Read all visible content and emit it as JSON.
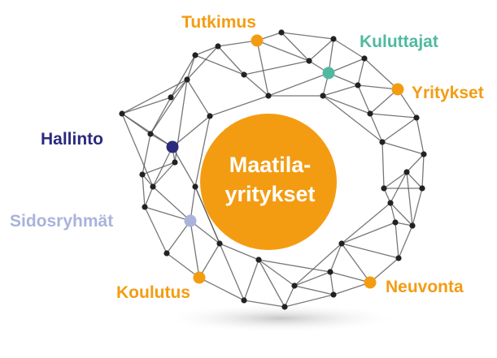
{
  "center": {
    "line1": "Maatila-",
    "line2": "yritykset"
  },
  "nodes": [
    {
      "id": "tutkimus",
      "label": "Tutkimus",
      "color": "#f39c12"
    },
    {
      "id": "kuluttajat",
      "label": "Kuluttajat",
      "color": "#4fb99f"
    },
    {
      "id": "yritykset",
      "label": "Yritykset",
      "color": "#f39c12"
    },
    {
      "id": "hallinto",
      "label": "Hallinto",
      "color": "#2b2a7d"
    },
    {
      "id": "sidosryhmat",
      "label": "Sidosryhmät",
      "color": "#a9b3db"
    },
    {
      "id": "koulutus",
      "label": "Koulutus",
      "color": "#f39c12"
    },
    {
      "id": "neuvonta",
      "label": "Neuvonta",
      "color": "#f39c12"
    }
  ],
  "colors": {
    "center": "#f39c12",
    "network_line": "#555555",
    "network_node": "#222222"
  }
}
